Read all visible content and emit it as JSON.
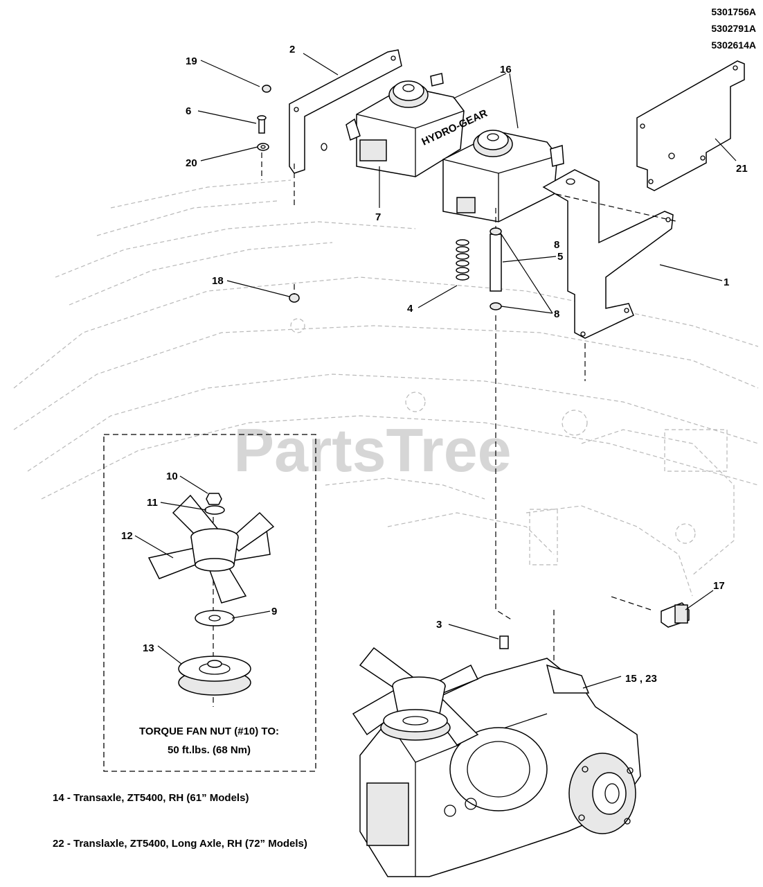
{
  "diagram": {
    "part_numbers": [
      "5301756A",
      "5302791A",
      "5302614A"
    ],
    "watermark": "PartsTree",
    "callouts": [
      "1",
      "2",
      "3",
      "4",
      "5",
      "6",
      "7",
      "8",
      "8",
      "9",
      "10",
      "11",
      "12",
      "13",
      "15 , 23",
      "16",
      "16",
      "17",
      "18",
      "19",
      "20",
      "21"
    ],
    "inset_note": {
      "line1": "TORQUE FAN NUT (#10) TO:",
      "line2": "50 ft.lbs. (68 Nm)"
    },
    "legend": [
      "14 - Transaxle, ZT5400, RH (61” Models)",
      "22 - Translaxle, ZT5400, Long Axle, RH (72” Models)"
    ],
    "decals": {
      "reservoir_left": "HYDRO-GEAR"
    }
  }
}
